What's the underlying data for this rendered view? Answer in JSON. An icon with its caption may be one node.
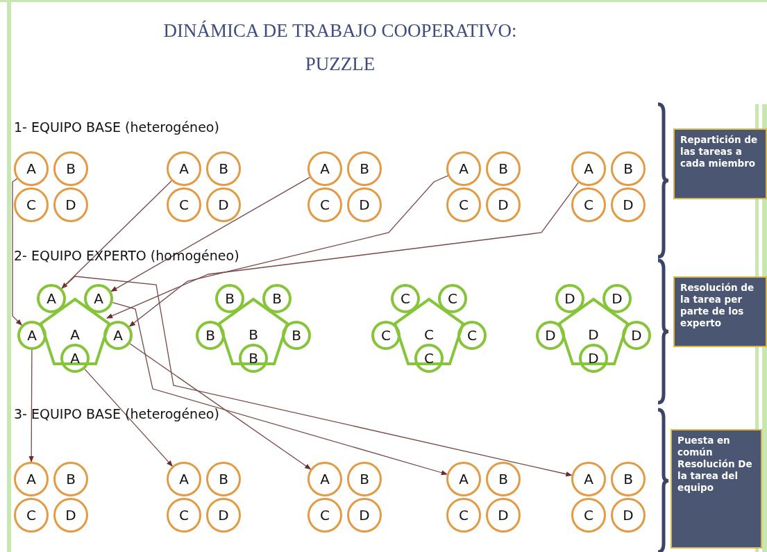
{
  "diagram": {
    "title": "DINÁMICA DE TRABAJO COOPERATIVO: PUZZLE",
    "nodes": [
      {
        "text": [
          "A"
        ]
      },
      {
        "text": [
          "B"
        ]
      },
      {
        "text": [
          "C"
        ]
      },
      {
        "text": [
          "D"
        ]
      },
      {
        "text": [
          "A"
        ]
      },
      {
        "text": [
          "B"
        ]
      },
      {
        "text": [
          "C"
        ]
      },
      {
        "text": [
          "D"
        ]
      },
      {
        "text": [
          "A"
        ]
      },
      {
        "text": [
          "B"
        ]
      },
      {
        "text": [
          "C"
        ]
      },
      {
        "text": [
          "D"
        ]
      },
      {
        "text": [
          "A"
        ]
      },
      {
        "text": [
          "B"
        ]
      },
      {
        "text": [
          "C"
        ]
      },
      {
        "text": [
          "D"
        ]
      },
      {
        "text": [
          "A"
        ]
      },
      {
        "text": [
          "B"
        ]
      },
      {
        "text": [
          "C"
        ]
      },
      {
        "text": [
          "D"
        ]
      },
      {
        "text": [
          "A"
        ]
      },
      {
        "text": [
          "A"
        ]
      },
      {
        "text": [
          "A"
        ]
      },
      {
        "text": [
          "A"
        ]
      },
      {
        "text": [
          "A"
        ]
      },
      {
        "text": [
          "A"
        ]
      },
      {
        "text": [
          "B"
        ]
      },
      {
        "text": [
          "B"
        ]
      },
      {
        "text": [
          "B"
        ]
      },
      {
        "text": [
          "B"
        ]
      },
      {
        "text": [
          "B"
        ]
      },
      {
        "text": [
          "B"
        ]
      },
      {
        "text": [
          "C"
        ]
      },
      {
        "text": [
          "C"
        ]
      },
      {
        "text": [
          "C"
        ]
      },
      {
        "text": [
          "C"
        ]
      },
      {
        "text": [
          "C"
        ]
      },
      {
        "text": [
          "C"
        ]
      },
      {
        "text": [
          "D"
        ]
      },
      {
        "text": [
          "D"
        ]
      },
      {
        "text": [
          "D"
        ]
      },
      {
        "text": [
          "D"
        ]
      },
      {
        "text": [
          "D"
        ]
      },
      {
        "text": [
          "D"
        ]
      },
      {
        "text": [
          "A"
        ]
      },
      {
        "text": [
          "B"
        ]
      },
      {
        "text": [
          "C"
        ]
      },
      {
        "text": [
          "D"
        ]
      },
      {
        "text": [
          "A"
        ]
      },
      {
        "text": [
          "B"
        ]
      },
      {
        "text": [
          "C"
        ]
      },
      {
        "text": [
          "D"
        ]
      },
      {
        "text": [
          "A"
        ]
      },
      {
        "text": [
          "B"
        ]
      },
      {
        "text": [
          "C"
        ]
      },
      {
        "text": [
          "D"
        ]
      },
      {
        "text": [
          "A"
        ]
      },
      {
        "text": [
          "B"
        ]
      },
      {
        "text": [
          "C"
        ]
      },
      {
        "text": [
          "D"
        ]
      },
      {
        "text": [
          "A"
        ]
      },
      {
        "text": [
          "B"
        ]
      },
      {
        "text": [
          "C"
        ]
      },
      {
        "text": [
          "D"
        ]
      },
      {
        "text": [
          "Repartición de las tareas a cada miembro"
        ]
      },
      {
        "text": [
          "Resolución de la tarea per parte de los experto"
        ]
      },
      {
        "text": [
          "Puesta en común Resolución De la tarea del equipo"
        ]
      }
    ],
    "edges": [
      {
        "from": 0,
        "to": 23,
        "arrow": "to"
      },
      {
        "from": 4,
        "to": 21,
        "arrow": "to"
      },
      {
        "from": 8,
        "to": 22,
        "arrow": "to"
      },
      {
        "from": 12,
        "to": 24,
        "arrow": "to"
      },
      {
        "from": 16,
        "to": 20,
        "arrow": "to"
      },
      {
        "from": 23,
        "to": 44,
        "arrow": "to"
      },
      {
        "from": 25,
        "to": 48,
        "arrow": "to"
      },
      {
        "from": 24,
        "to": 52,
        "arrow": "to"
      },
      {
        "from": 22,
        "to": 56,
        "arrow": "to"
      },
      {
        "from": 21,
        "to": 60,
        "arrow": "to"
      }
    ],
    "labels": [
      "1- EQUIPO BASE (heterogéneo)",
      "2- EQUIPO EXPERTO (homogéneo)",
      "3- EQUIPO BASE (heterogéneo)"
    ]
  }
}
